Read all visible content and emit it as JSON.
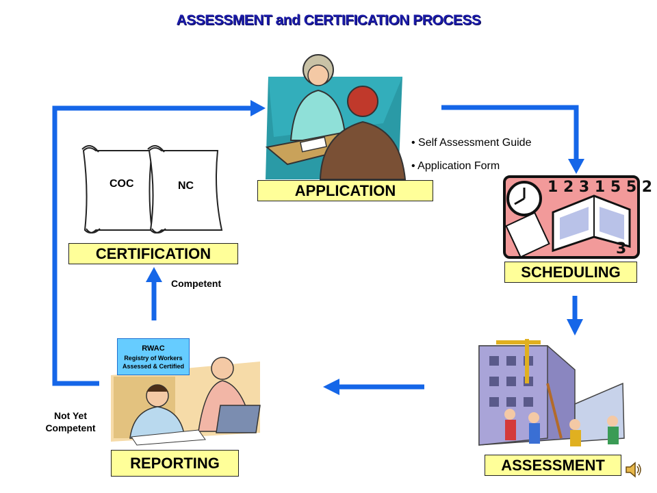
{
  "title": "ASSESSMENT and CERTIFICATION PROCESS",
  "stages": {
    "application": "APPLICATION",
    "scheduling": "SCHEDULING",
    "assessment": "ASSESSMENT",
    "reporting": "REPORTING",
    "certification": "CERTIFICATION"
  },
  "application_items": [
    "• Self Assessment Guide",
    "• Application Form"
  ],
  "certificates": [
    "COC",
    "NC"
  ],
  "rwac": {
    "abbr": "RWAC",
    "full": "Registry of Workers Assessed & Certified"
  },
  "notes": {
    "competent": "Competent",
    "not_yet_competent": "Not Yet Competent"
  },
  "colors": {
    "arrow": "#1566e8",
    "label_fill": "#ffff99",
    "title": "#1a1aa8",
    "rwac_fill": "#66ccff"
  },
  "icons": [
    "speaker-icon"
  ]
}
